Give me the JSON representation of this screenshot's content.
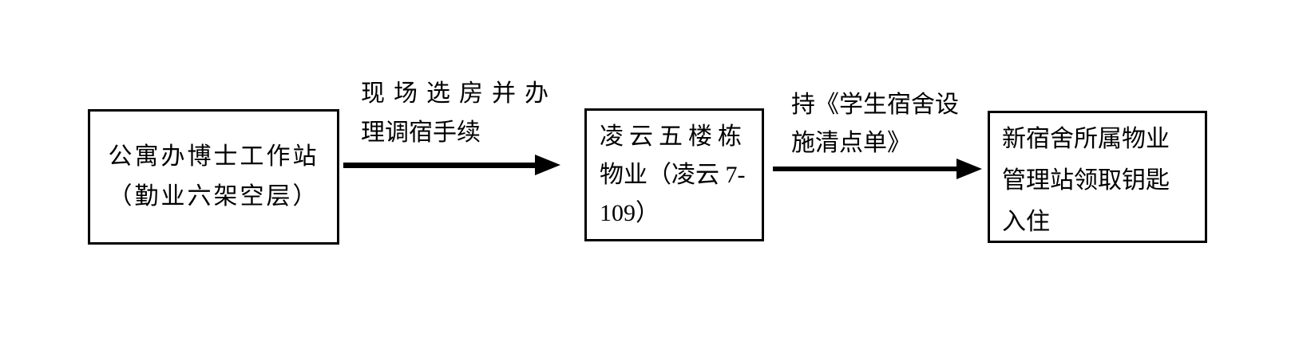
{
  "diagram": {
    "type": "flowchart",
    "colors": {
      "background": "#ffffff",
      "text": "#000000",
      "node_border": "#000000",
      "arrow": "#000000"
    },
    "nodes": [
      {
        "name": "apartment-office",
        "text": "公寓办博士工作站（勤业六架空层）",
        "lines": [
          "公寓办博士工作站",
          "（勤业六架空层）"
        ]
      },
      {
        "name": "lingyun-property",
        "text": "凌云五楼栋物业（凌云 7-109）",
        "lines": [
          "凌云五楼栋",
          "物业（凌云 7-",
          "109）"
        ]
      },
      {
        "name": "new-dorm-property",
        "text": "新宿舍所属物业管理站领取钥匙入住",
        "lines": [
          "新宿舍所属物业",
          "管理站领取钥匙",
          "入住"
        ]
      }
    ],
    "edges": [
      {
        "from": "apartment-office",
        "to": "lingyun-property",
        "label": "现场选房并办理调宿手续",
        "label_lines": [
          "现场选房并办",
          "理调宿手续"
        ]
      },
      {
        "from": "lingyun-property",
        "to": "new-dorm-property",
        "label": "持《学生宿舍设施清点单》",
        "label_lines": [
          "持《学生宿舍设",
          "施清点单》"
        ]
      }
    ]
  }
}
